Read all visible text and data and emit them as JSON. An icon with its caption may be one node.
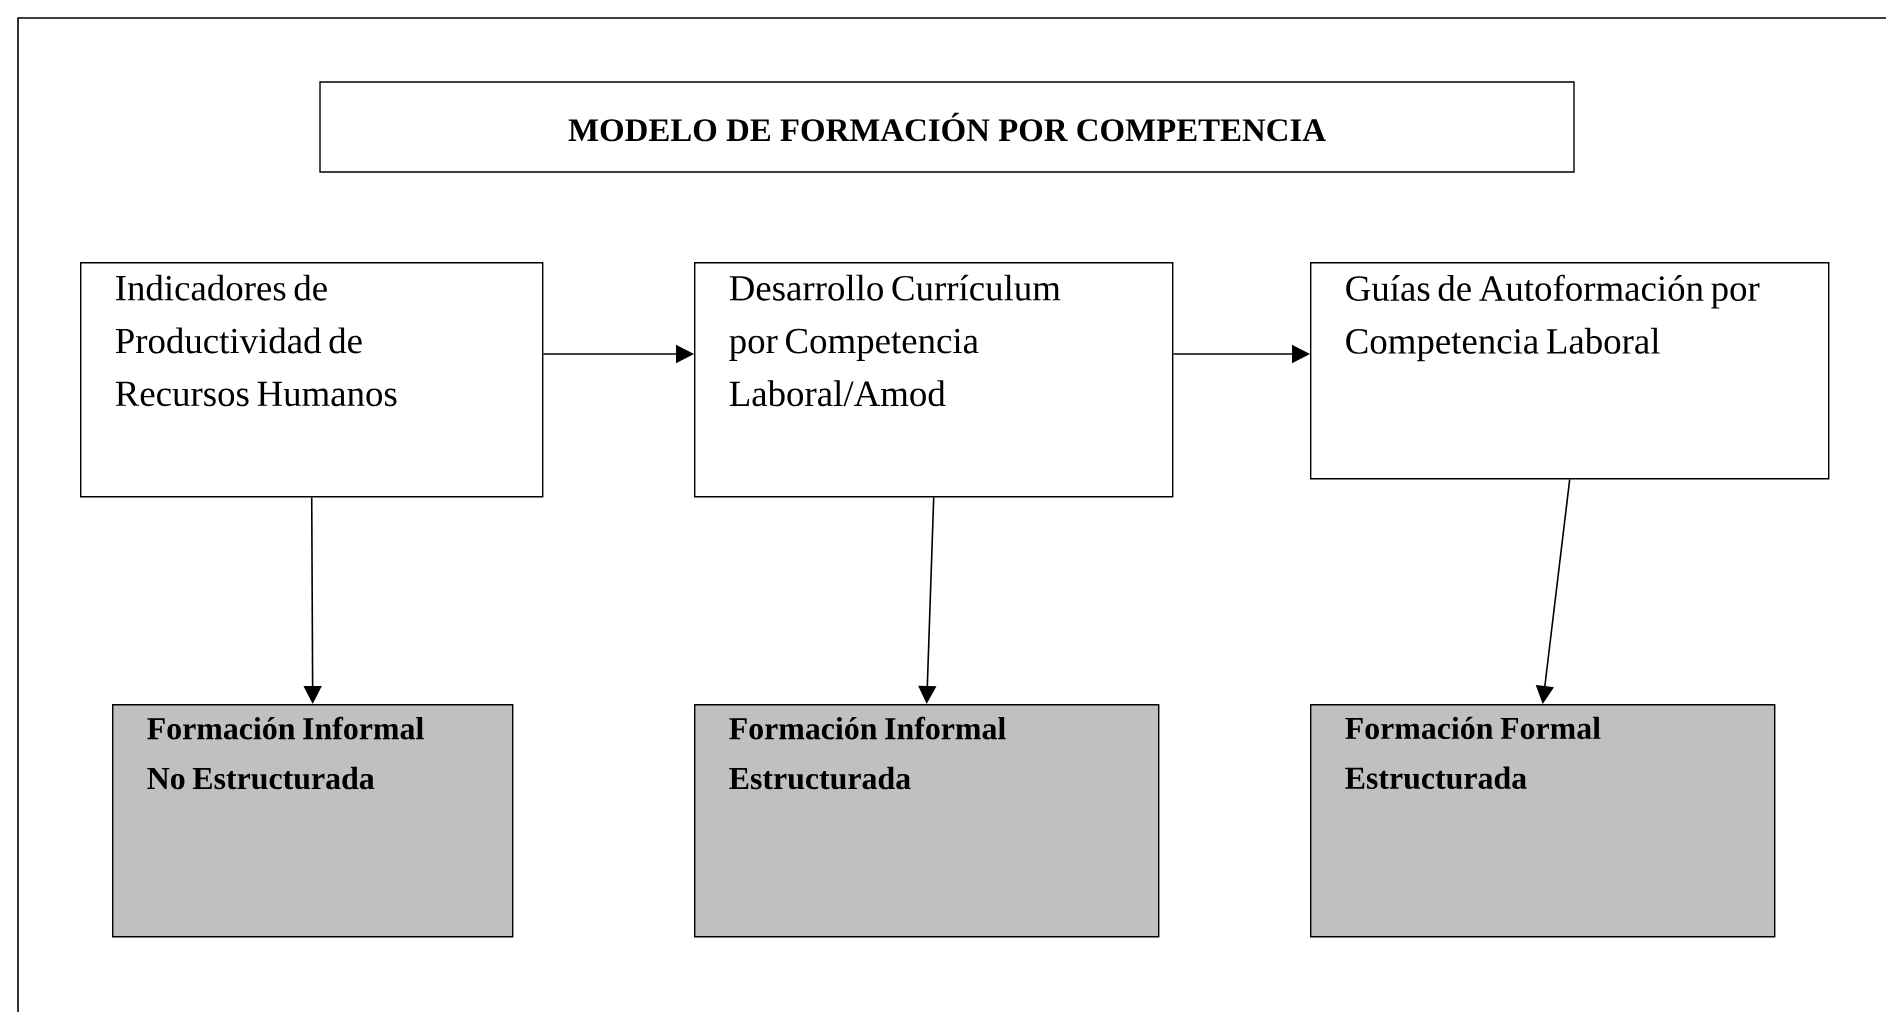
{
  "diagram": {
    "nodes": [
      {
        "text": [
          "MODELO DE FORMACIÓN POR COMPETENCIA"
        ]
      },
      {
        "text": [
          "Indicadores de Productividad de Recursos Humanos"
        ]
      },
      {
        "text": [
          "Desarrollo Currículum por Competencia Laboral/Amod"
        ]
      },
      {
        "text": [
          "Guías de Autoformación por Competencia Laboral"
        ]
      },
      {
        "text": [
          "**Formación Informal No Estructurada**"
        ]
      },
      {
        "text": [
          "**Formación Informal Estructurada**"
        ]
      },
      {
        "text": [
          "**Formación Formal Estructurada**"
        ]
      }
    ],
    "edges": [
      {
        "from": 1,
        "to": 2,
        "arrow": "to"
      },
      {
        "from": 2,
        "to": 3,
        "arrow": "to"
      },
      {
        "from": 1,
        "to": 4,
        "arrow": "to"
      },
      {
        "from": 2,
        "to": 5,
        "arrow": "to"
      },
      {
        "from": 3,
        "to": 6,
        "arrow": "to"
      }
    ]
  }
}
